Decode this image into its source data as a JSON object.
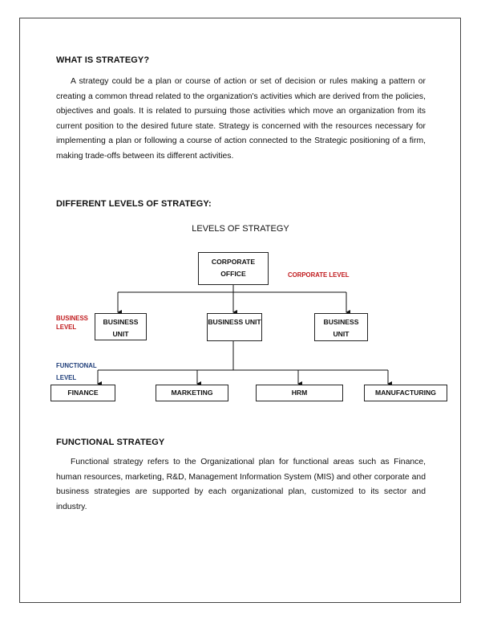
{
  "section1": {
    "heading": "WHAT IS STRATEGY?",
    "paragraph": "A strategy could be a plan or course of action or set of decision or rules making a pattern or creating a common thread related to the organization's activities which are derived from the policies, objectives and goals. It is related to pursuing those activities which move an organization from its current position to the desired future state. Strategy is concerned with the resources necessary for implementing a plan or following a course of action connected to the Strategic positioning of a firm, making trade-offs between its different activities."
  },
  "section2": {
    "heading": "DIFFERENT LEVELS OF STRATEGY:"
  },
  "diagram": {
    "title": "LEVELS OF STRATEGY",
    "corporate_office": "CORPORATE OFFICE",
    "corporate_level": "CORPORATE LEVEL",
    "business_level": "BUSINESS LEVEL",
    "functional_level": "FUNCTIONAL LEVEL",
    "business_units": [
      "BUSINESS UNIT",
      "BUSINESS UNIT",
      "BUSINESS UNIT"
    ],
    "functions": [
      "FINANCE",
      "MARKETING",
      "HRM",
      "MANUFACTURING"
    ],
    "colors": {
      "corporate_level": "#c0191c",
      "business_level": "#c0191c",
      "functional_level": "#1f3e7a"
    }
  },
  "section3": {
    "heading": "FUNCTIONAL STRATEGY",
    "paragraph": "Functional strategy refers to the Organizational plan for functional areas such as Finance, human resources, marketing, R&D, Management Information System (MIS) and other corporate and business strategies are supported by each organizational plan, customized to its sector and industry."
  }
}
